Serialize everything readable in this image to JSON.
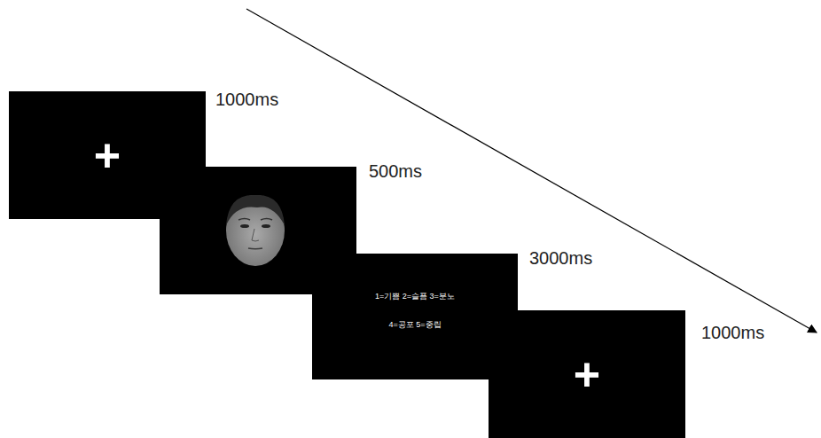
{
  "diagram": {
    "nodes": [
      {
        "text": [
          "1000ms",
          "+"
        ]
      },
      {
        "text": [
          "500ms"
        ]
      },
      {
        "text": [
          "3000ms",
          "1=기쁨 2=슬픔 3=분노",
          "4=공포 5=중립"
        ]
      },
      {
        "text": [
          "1000ms",
          "+"
        ]
      }
    ]
  }
}
